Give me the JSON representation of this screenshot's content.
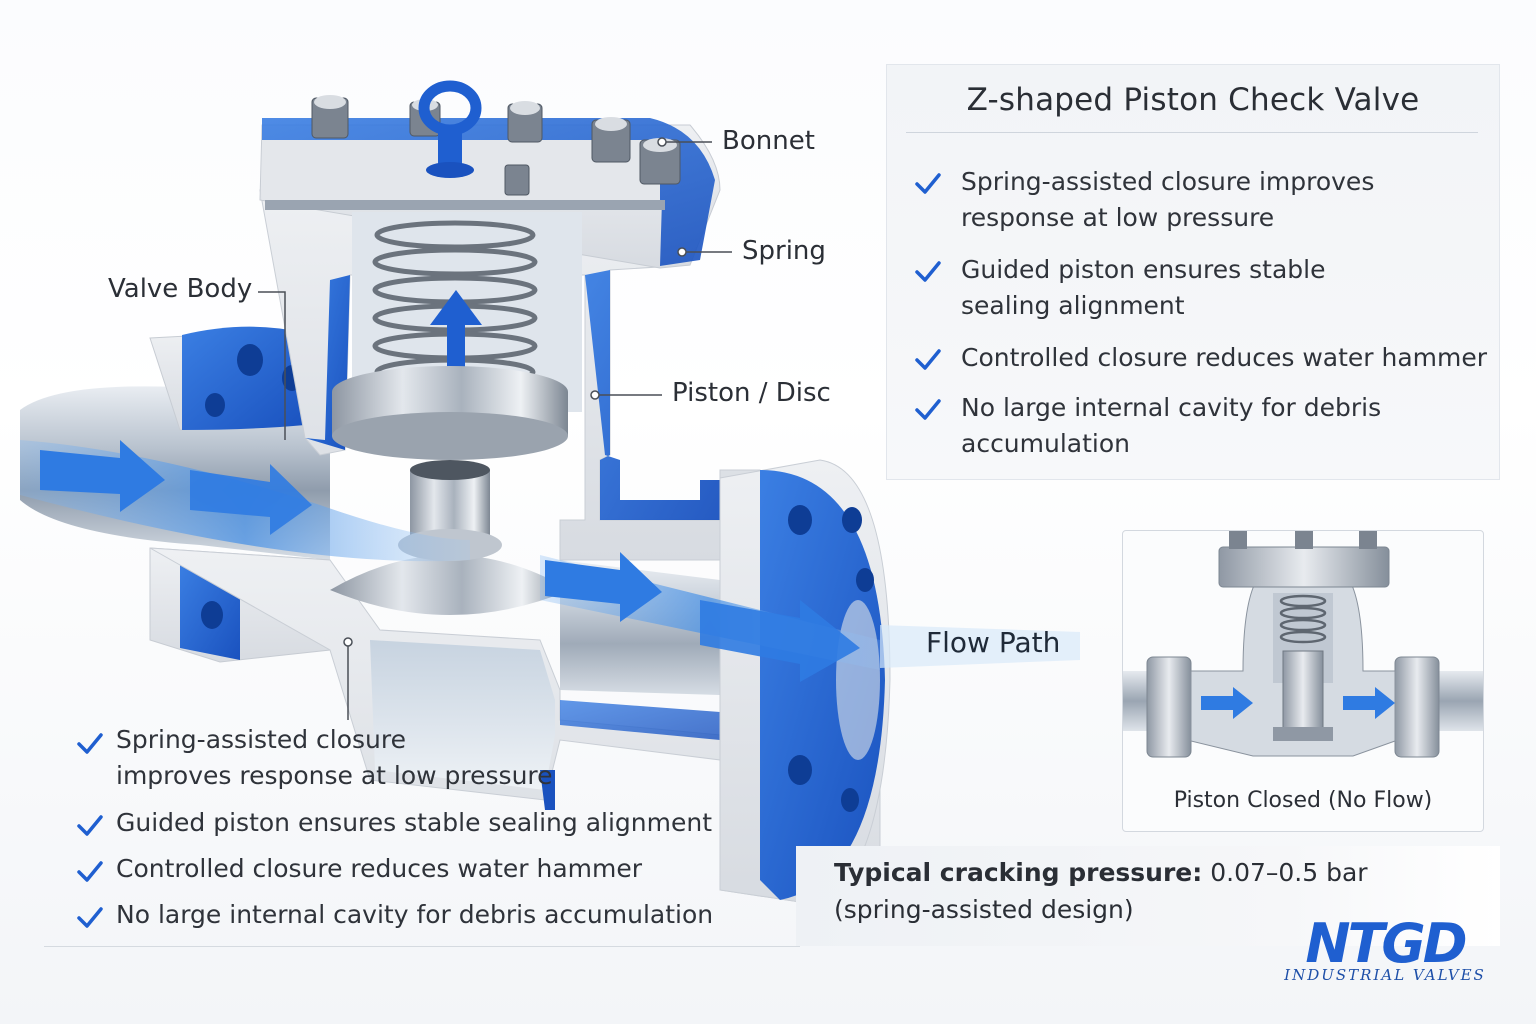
{
  "panel": {
    "title": "Z-shaped Piston Check Valve",
    "features": [
      {
        "line1": "Spring-assisted closure improves",
        "line2": "response at low pressure"
      },
      {
        "line1": "Guided piston ensures stable",
        "line2": "sealing alignment"
      },
      {
        "line1": "Controlled closure reduces water hammer",
        "line2": ""
      },
      {
        "line1": "No large internal cavity for debris",
        "line2": "accumulation"
      }
    ]
  },
  "callouts": {
    "bonnet": "Bonnet",
    "spring": "Spring",
    "valve_body": "Valve Body",
    "piston_disc": "Piston / Disc",
    "flow_path": "Flow Path"
  },
  "bottom_list": [
    {
      "line1": "Spring-assisted closure",
      "line2": "improves response at low pressure"
    },
    {
      "line1": "Guided piston ensures stable sealing alignment",
      "line2": ""
    },
    {
      "line1": "Controlled closure reduces water hammer",
      "line2": ""
    },
    {
      "line1": "No large internal cavity for debris accumulation",
      "line2": ""
    }
  ],
  "inset": {
    "caption": "Piston Closed (No Flow)"
  },
  "pressure": {
    "label": "Typical cracking pressure:",
    "value": "0.07–0.5 bar",
    "note": "(spring-assisted design)"
  },
  "logo": {
    "mark": "NTGD",
    "subtitle": "INDUSTRIAL VALVES"
  },
  "colors": {
    "brand_blue": "#1f5fd0",
    "flow_blue": "#2e7be0",
    "steel": "#c9ced6",
    "text": "#2b2f36"
  },
  "icons": [
    "check-icon",
    "eyebolt-icon",
    "arrow-right-icon"
  ]
}
